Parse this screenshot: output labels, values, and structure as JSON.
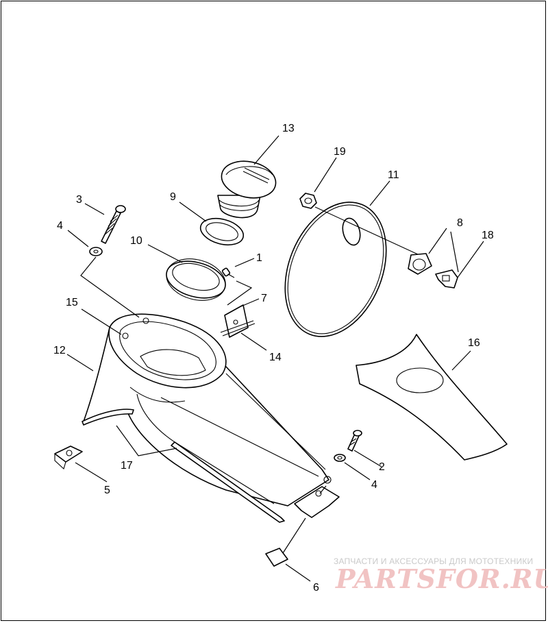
{
  "callouts": [
    {
      "id": "c1",
      "label": "1"
    },
    {
      "id": "c2",
      "label": "2"
    },
    {
      "id": "c3",
      "label": "3"
    },
    {
      "id": "c4a",
      "label": "4"
    },
    {
      "id": "c4b",
      "label": "4"
    },
    {
      "id": "c5",
      "label": "5"
    },
    {
      "id": "c6",
      "label": "6"
    },
    {
      "id": "c7",
      "label": "7"
    },
    {
      "id": "c8",
      "label": "8"
    },
    {
      "id": "c9",
      "label": "9"
    },
    {
      "id": "c10",
      "label": "10"
    },
    {
      "id": "c11",
      "label": "11"
    },
    {
      "id": "c12",
      "label": "12"
    },
    {
      "id": "c13",
      "label": "13"
    },
    {
      "id": "c14",
      "label": "14"
    },
    {
      "id": "c15",
      "label": "15"
    },
    {
      "id": "c16",
      "label": "16"
    },
    {
      "id": "c17",
      "label": "17"
    },
    {
      "id": "c18",
      "label": "18"
    },
    {
      "id": "c19",
      "label": "19"
    }
  ],
  "watermark": {
    "caption": "ЗАПЧАСТИ И АКСЕССУАРЫ ДЛЯ МОТОТЕХНИКИ",
    "logo": "PARTSFOR.RU",
    "color": "#e8a0a0"
  }
}
